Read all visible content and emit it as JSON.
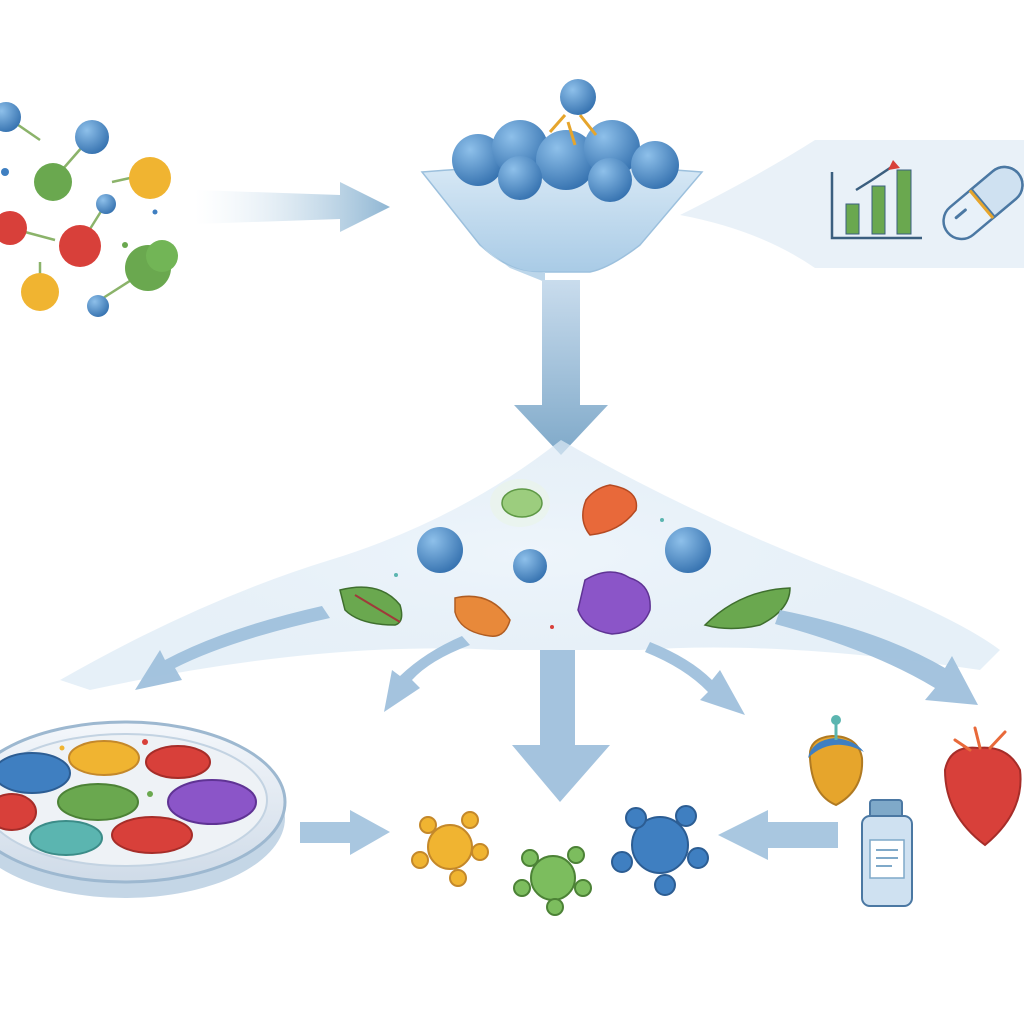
{
  "palette": {
    "flow": "#7fa9c9",
    "flow_light": "#dceaf4",
    "blue": "#3f7fc1",
    "blue_dark": "#2c5d93",
    "green": "#6aa84f",
    "orange": "#e8893a",
    "yellow": "#f0b431",
    "red": "#d8403a",
    "purple": "#8b55c8",
    "teal": "#5bb5b0",
    "gold": "#e6a52c"
  },
  "diagram": {
    "nodes": [
      {
        "id": "molecule-cluster",
        "icon": "molecule-cluster-icon"
      },
      {
        "id": "screening-funnel",
        "icon": "funnel-icon"
      },
      {
        "id": "data-panel",
        "icon": "bar-chart-icon"
      },
      {
        "id": "capsule",
        "icon": "capsule-icon"
      },
      {
        "id": "candidate-pool",
        "icon": "cell-cluster-icon"
      },
      {
        "id": "petri-dish",
        "icon": "petri-dish-icon"
      },
      {
        "id": "microbes",
        "icon": "microbe-icon"
      },
      {
        "id": "organs",
        "icon": "organ-icon"
      },
      {
        "id": "vial",
        "icon": "vial-icon"
      }
    ]
  }
}
